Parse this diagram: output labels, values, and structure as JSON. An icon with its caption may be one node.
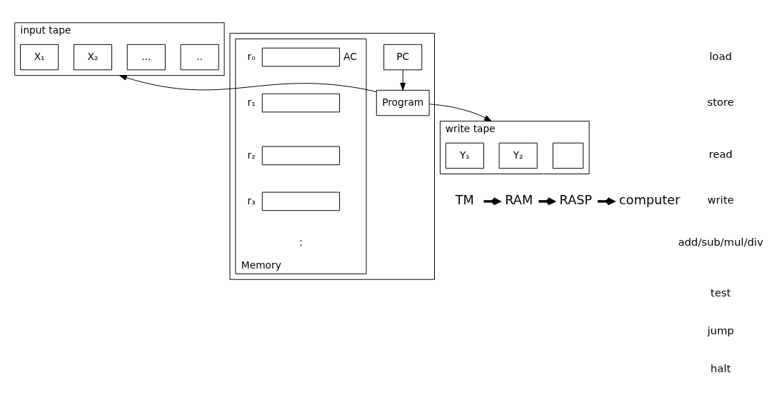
{
  "diagram": {
    "nodes": [
      {
        "text": [
          "input tape"
        ]
      },
      {
        "text": [
          "X₁"
        ],
        "in": 0
      },
      {
        "text": [
          "X₂"
        ],
        "in": 0
      },
      {
        "text": [
          "..."
        ],
        "in": 0
      },
      {
        "text": [
          ".."
        ],
        "in": 0
      },
      {
        "text": [],
        "shape": "box"
      },
      {
        "text": [
          "PC"
        ],
        "in": 5
      },
      {
        "text": [
          "Program"
        ],
        "in": 5
      },
      {
        "text": [
          "Memory"
        ],
        "in": 5
      },
      {
        "text": [],
        "shape": "box",
        "in": 8,
        "beside": [
          "r₀",
          "AC"
        ]
      },
      {
        "text": [],
        "shape": "box",
        "in": 8,
        "beside": [
          "r₁"
        ]
      },
      {
        "text": [],
        "shape": "box",
        "in": 8,
        "beside": [
          "r₂"
        ]
      },
      {
        "text": [],
        "shape": "box",
        "in": 8,
        "beside": [
          "r₃"
        ]
      },
      {
        "text": [
          "write tape"
        ]
      },
      {
        "text": [
          "Y₁"
        ],
        "in": 13
      },
      {
        "text": [
          "Y₂"
        ],
        "in": 13
      },
      {
        "text": [],
        "shape": "box",
        "in": 13
      },
      {
        "text": [
          "TM"
        ]
      },
      {
        "text": [
          "RAM"
        ]
      },
      {
        "text": [
          "RASP"
        ]
      },
      {
        "text": [
          "computer"
        ]
      }
    ],
    "edges": [
      {
        "from": 6,
        "to": 7,
        "arrow": "to"
      },
      {
        "from": 7,
        "to": 0,
        "arrow": "to"
      },
      {
        "from": 7,
        "to": 13,
        "arrow": "to"
      },
      {
        "from": 17,
        "to": 18,
        "arrow": "to",
        "style": "thick"
      },
      {
        "from": 18,
        "to": 19,
        "arrow": "to",
        "style": "thick"
      },
      {
        "from": 19,
        "to": 20,
        "arrow": "to",
        "style": "thick"
      }
    ],
    "labels": [
      "load",
      "store",
      "read",
      "write",
      "add/sub/mul/div",
      "test",
      "jump",
      "halt",
      ":"
    ]
  }
}
